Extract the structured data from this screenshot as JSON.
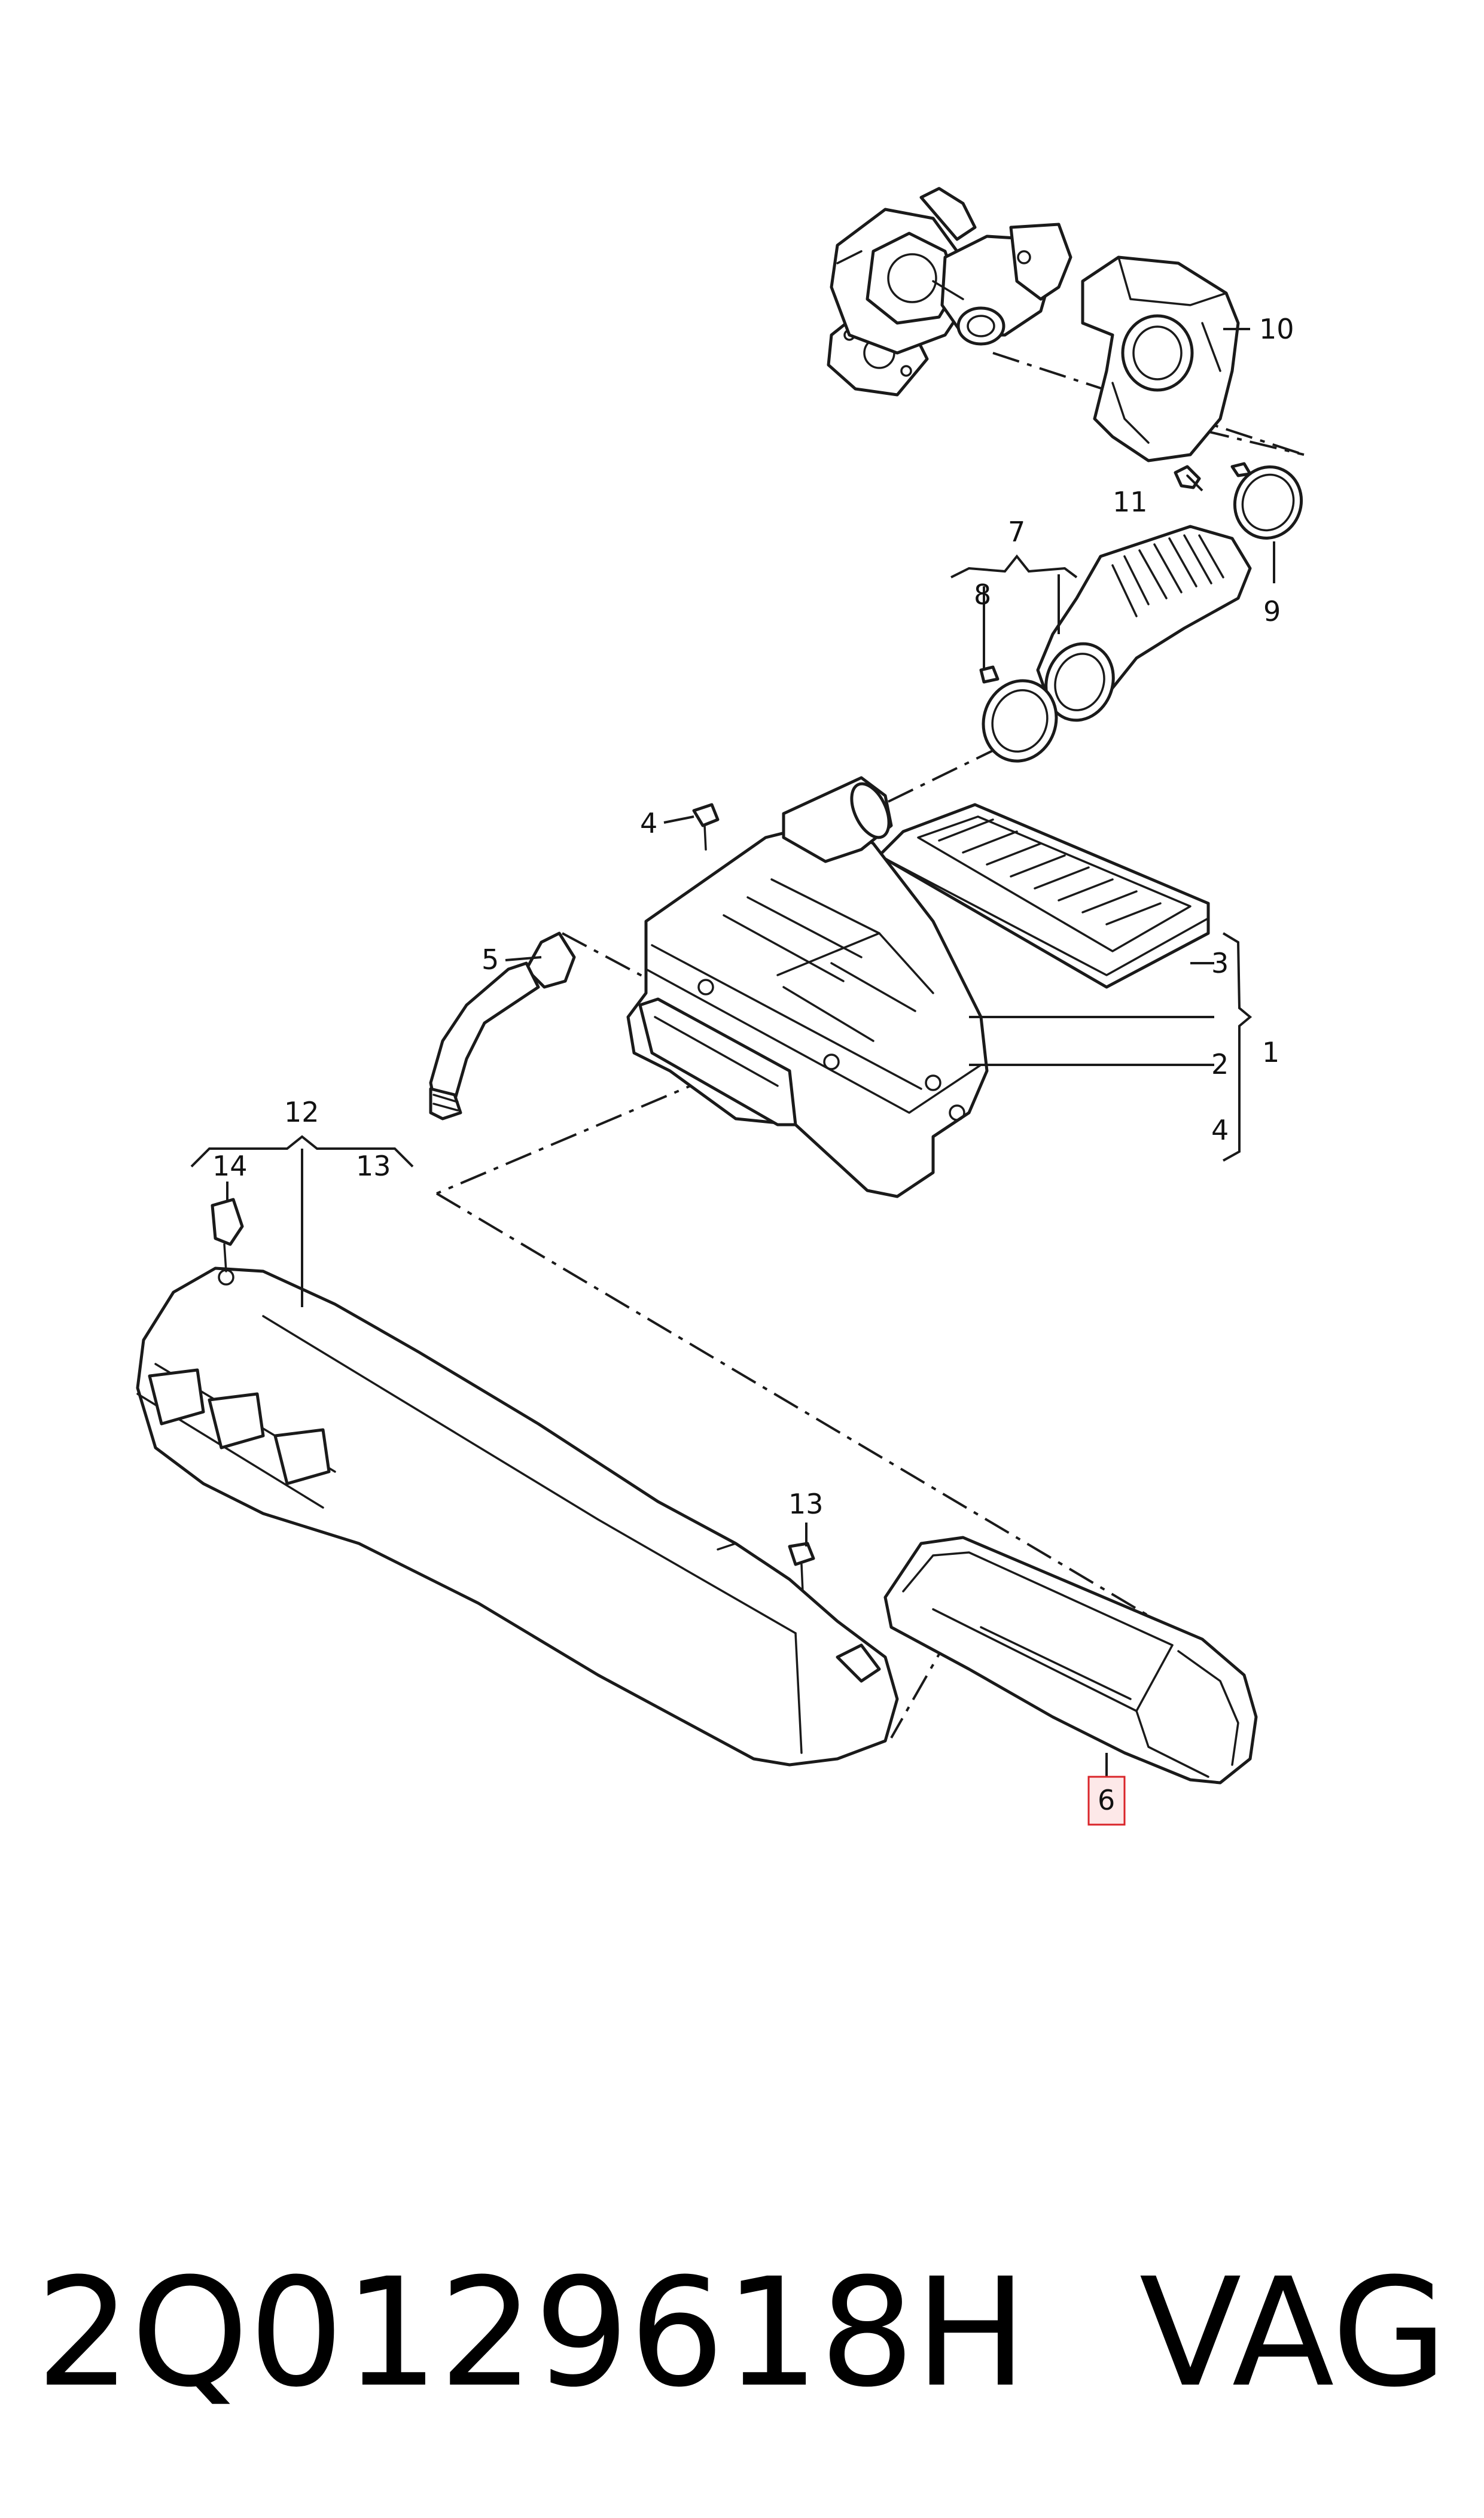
{
  "callouts": {
    "c1": "1",
    "c2": "2",
    "c3": "3",
    "c4a": "4",
    "c4b": "4",
    "c5": "5",
    "c6": "6",
    "c7": "7",
    "c8": "8",
    "c9": "9",
    "c10": "10",
    "c11": "11",
    "c12": "12",
    "c13a": "13",
    "c13b": "13",
    "c14": "14"
  },
  "highlight_color": "#d9252a",
  "part_number": "2Q0129618H",
  "brand": "VAG"
}
